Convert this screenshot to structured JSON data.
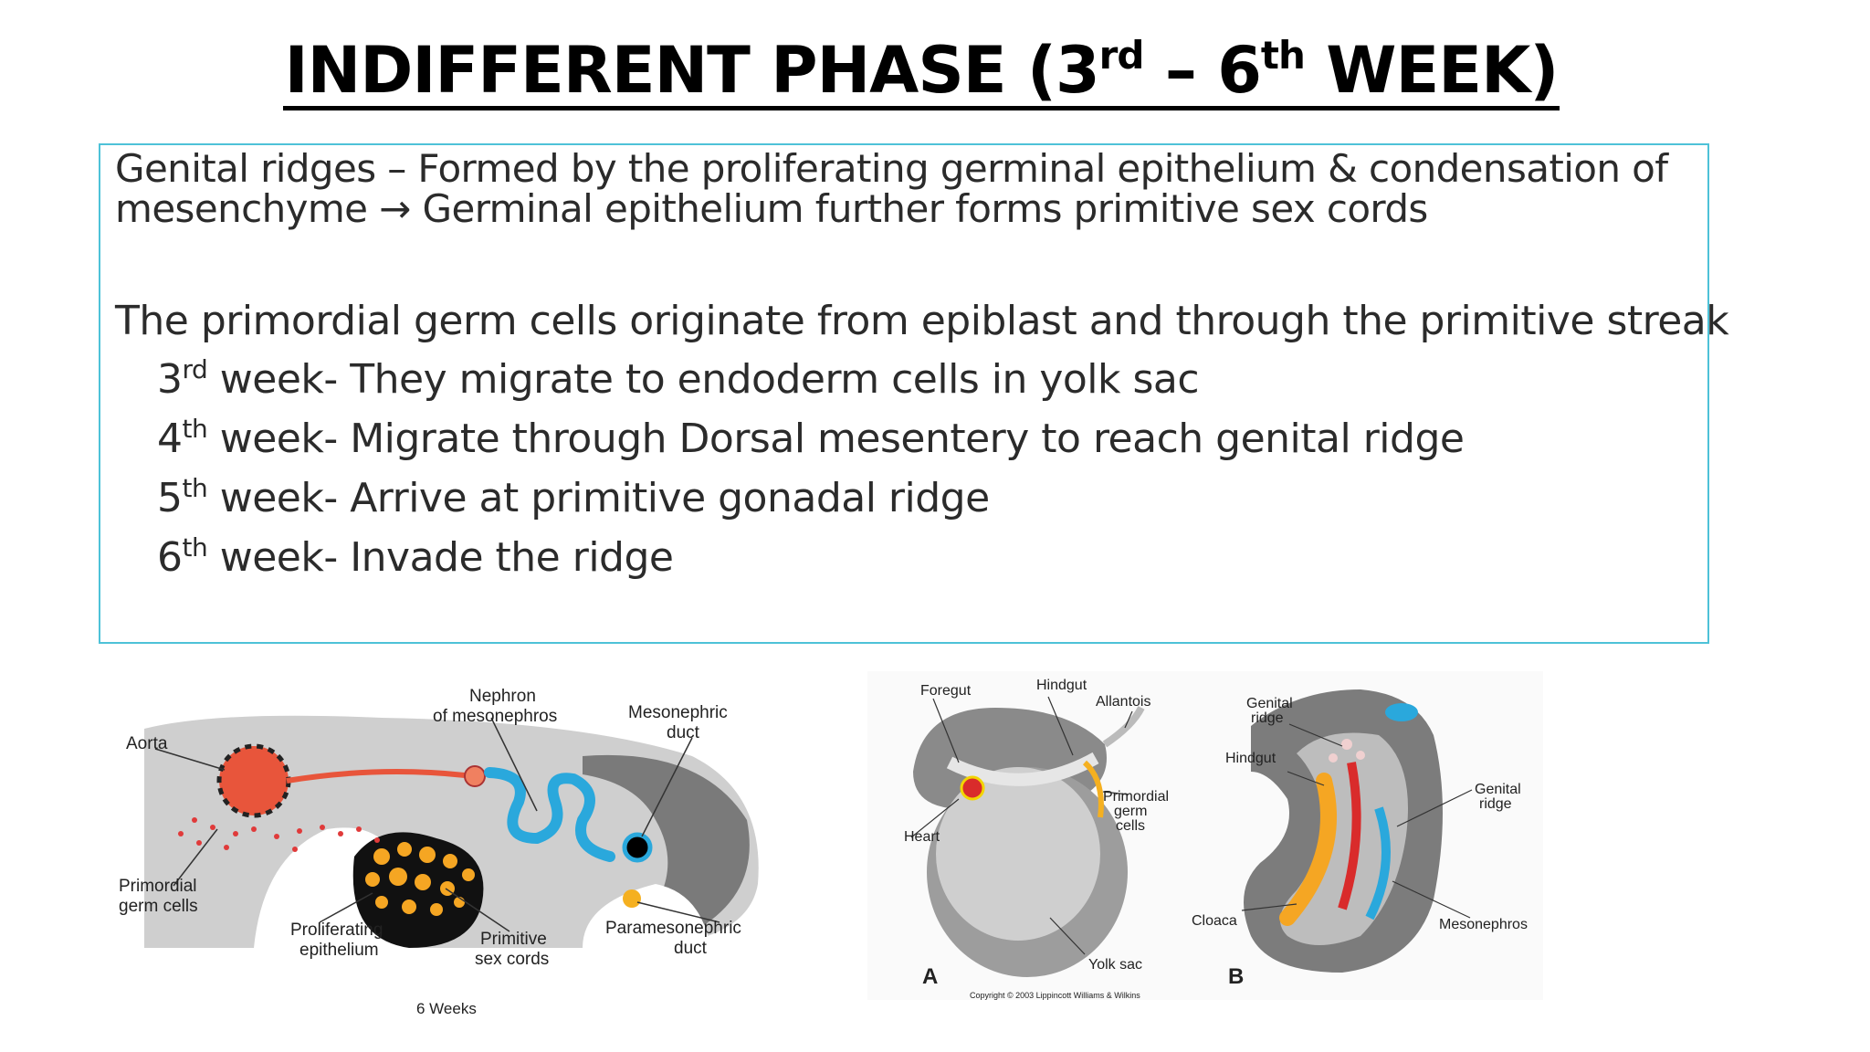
{
  "slide": {
    "title_main": "INDIFFERENT PHASE (3",
    "title_sup1": "rd",
    "title_mid": " – 6",
    "title_sup2": "th",
    "title_end": " WEEK)"
  },
  "content": {
    "paragraph1_line1": "Genital ridges – Formed by the proliferating germinal epithelium & condensation of",
    "paragraph1_line2": "mesenchyme → Germinal epithelium further forms primitive sex cords",
    "paragraph2": "The primordial germ cells originate from epiblast and through the primitive streak",
    "weeks": [
      {
        "num": "3",
        "sup": "rd",
        "text": " week- They migrate to endoderm cells in yolk sac"
      },
      {
        "num": "4",
        "sup": "th",
        "text": " week- Migrate through Dorsal mesentery to reach  genital ridge"
      },
      {
        "num": "5",
        "sup": "th",
        "text": "  week- Arrive at primitive gonadal ridge"
      },
      {
        "num": "6",
        "sup": "th",
        "text": " week- Invade the ridge"
      }
    ]
  },
  "figure_left": {
    "labels": {
      "aorta": "Aorta",
      "nephron_1": "Nephron",
      "nephron_2": "of mesonephros",
      "mesonephric_1": "Mesonephric",
      "mesonephric_2": "duct",
      "primordial_1": "Primordial",
      "primordial_2": "germ cells",
      "proliferating_1": "Proliferating",
      "proliferating_2": "epithelium",
      "primitive_1": "Primitive",
      "primitive_2": "sex cords",
      "paramesonephric_1": "Paramesonephric",
      "paramesonephric_2": "duct",
      "caption": "6 Weeks"
    },
    "colors": {
      "aorta": "#e8553b",
      "nephron": "#2aa8dc",
      "germ_cells": "#e03a3a",
      "sex_cords": "#f5a623",
      "body_gray": "#c8c8c8"
    }
  },
  "figure_right": {
    "labels": {
      "foregut": "Foregut",
      "hindgut_a": "Hindgut",
      "allantois": "Allantois",
      "primordial_1": "Primordial",
      "primordial_2": "germ",
      "primordial_3": "cells",
      "heart": "Heart",
      "yolk_sac": "Yolk sac",
      "label_a": "A",
      "copyright": "Copyright © 2003 Lippincott Williams & Wilkins",
      "genital_ridge_1": "Genital",
      "genital_ridge_2": "ridge",
      "hindgut_b": "Hindgut",
      "genital_ridge_r1": "Genital",
      "genital_ridge_r2": "ridge",
      "cloaca": "Cloaca",
      "mesonephros": "Mesonephros",
      "label_b": "B"
    }
  }
}
